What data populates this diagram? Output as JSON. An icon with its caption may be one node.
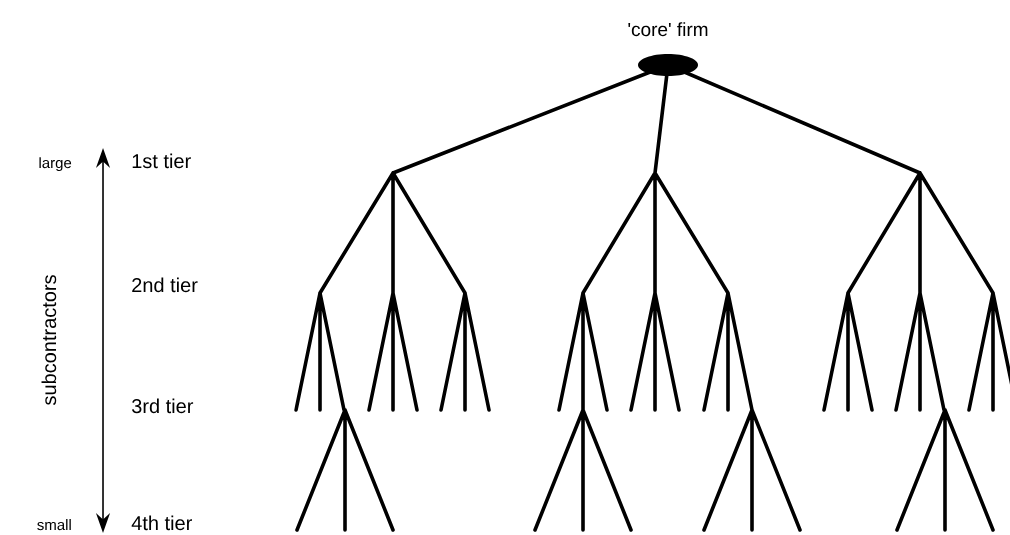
{
  "diagram": {
    "nodes": [
      {
        "text": [
          "'core' firm"
        ]
      }
    ],
    "labels": [
      "large",
      "1st tier",
      "2nd tier",
      "subcontractors",
      "3rd tier",
      "small",
      "4th tier"
    ]
  }
}
